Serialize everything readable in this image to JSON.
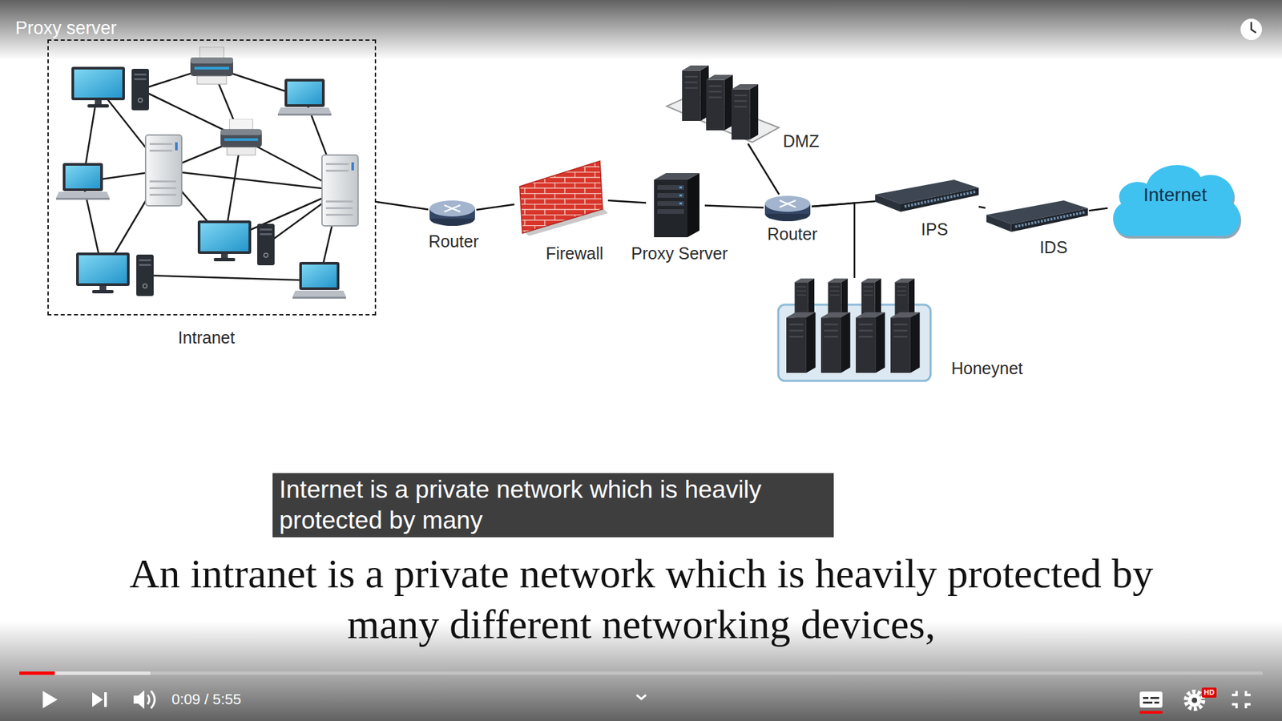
{
  "diagram": {
    "title": "Proxy server",
    "caption": "An intranet is a private network which is heavily protected by many different networking devices,",
    "nodes": [
      {
        "text": [
          "Intranet"
        ]
      },
      {
        "text": [
          "Router"
        ]
      },
      {
        "text": [
          "Firewall"
        ]
      },
      {
        "text": [
          "Proxy Server"
        ]
      },
      {
        "text": [
          "DMZ"
        ]
      },
      {
        "text": [
          "Router"
        ]
      },
      {
        "text": [
          "IPS"
        ]
      },
      {
        "text": [
          "IDS"
        ]
      },
      {
        "text": [
          "Internet"
        ]
      },
      {
        "text": [
          "Honeynet"
        ]
      }
    ],
    "edges": [
      {
        "from": 0,
        "to": 1,
        "arrow": "none"
      },
      {
        "from": 1,
        "to": 2,
        "arrow": "none"
      },
      {
        "from": 2,
        "to": 3,
        "arrow": "none"
      },
      {
        "from": 3,
        "to": 5,
        "arrow": "none"
      },
      {
        "from": 4,
        "to": 5,
        "arrow": "none"
      },
      {
        "from": 5,
        "to": 6,
        "arrow": "none"
      },
      {
        "from": 6,
        "to": 7,
        "arrow": "none"
      },
      {
        "from": 7,
        "to": 8,
        "arrow": "none"
      },
      {
        "from": 5,
        "to": 9,
        "arrow": "none"
      }
    ],
    "labels": [
      "Internet is a private network which is heavily protected by many",
      "0:09 / 5:55",
      "HD"
    ]
  }
}
